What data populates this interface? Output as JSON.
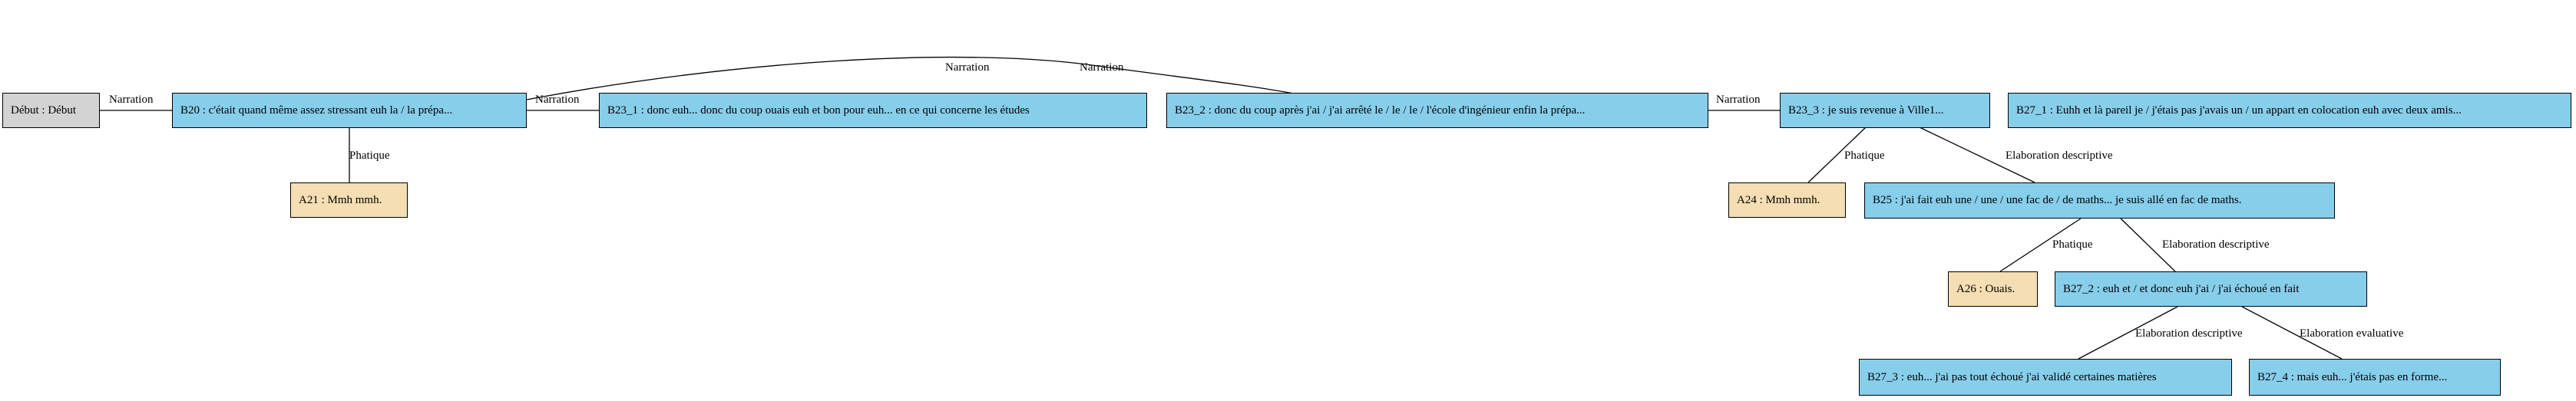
{
  "nodes": {
    "debut": "Début : Début",
    "b20": "B20 : c'était quand même assez stressant euh la / la prépa...",
    "a21": "A21 : Mmh mmh.",
    "b23_1": "B23_1 : donc euh... donc du coup ouais euh et bon pour euh... en ce qui concerne les études",
    "b23_2": "B23_2 : donc du coup après j'ai / j'ai arrêté le / le / le / l'école d'ingénieur enfin la prépa...",
    "b23_3": "B23_3 : je suis revenue à Ville1...",
    "b27_1": "B27_1 : Euhh et là pareil je / j'étais pas j'avais un / un appart en colocation euh avec deux amis...",
    "a24": "A24 : Mmh mmh.",
    "b25": "B25 : j'ai fait euh une / une / une fac de / de maths... je suis allé en fac de maths.",
    "a26": "A26 : Ouais.",
    "b27_2": "B27_2 : euh et / et donc euh j'ai / j'ai échoué en fait",
    "b27_3": "B27_3 : euh... j'ai pas tout échoué j'ai validé certaines matières",
    "b27_4": "B27_4 : mais euh... j'étais pas en forme..."
  },
  "edges": {
    "narration": "Narration",
    "phatique": "Phatique",
    "elaboration_descriptive": "Elaboration descriptive",
    "elaboration_evaluative": "Elaboration evaluative"
  }
}
